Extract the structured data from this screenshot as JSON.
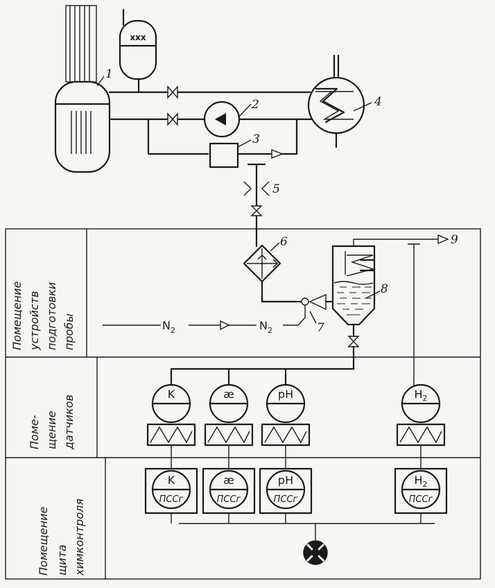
{
  "zones": {
    "sampling": [
      "Помещение",
      "устройств",
      "подготовки",
      "пробы"
    ],
    "sensors": [
      "Поме-",
      "щение",
      "датчиков"
    ],
    "panel": [
      "Помещение",
      "щита",
      "химконтроля"
    ]
  },
  "callouts": {
    "n1": "1",
    "n2": "2",
    "n3": "3",
    "n4": "4",
    "n5": "5",
    "n6": "6",
    "n7": "7",
    "n8": "8",
    "n9": "9"
  },
  "gas": {
    "left": "N",
    "right": "N",
    "sub": "2"
  },
  "sensors": [
    {
      "symbol": "K",
      "sub": ""
    },
    {
      "symbol": "æ",
      "sub": ""
    },
    {
      "symbol": "pH",
      "sub": ""
    },
    {
      "symbol": "H",
      "sub": "2"
    }
  ],
  "panels": [
    {
      "symbol": "K",
      "sub": "",
      "device": "ПССг"
    },
    {
      "symbol": "æ",
      "sub": "",
      "device": "ПССг"
    },
    {
      "symbol": "pH",
      "sub": "",
      "device": "ПССг"
    },
    {
      "symbol": "H",
      "sub": "2",
      "device": "ПССг"
    }
  ]
}
